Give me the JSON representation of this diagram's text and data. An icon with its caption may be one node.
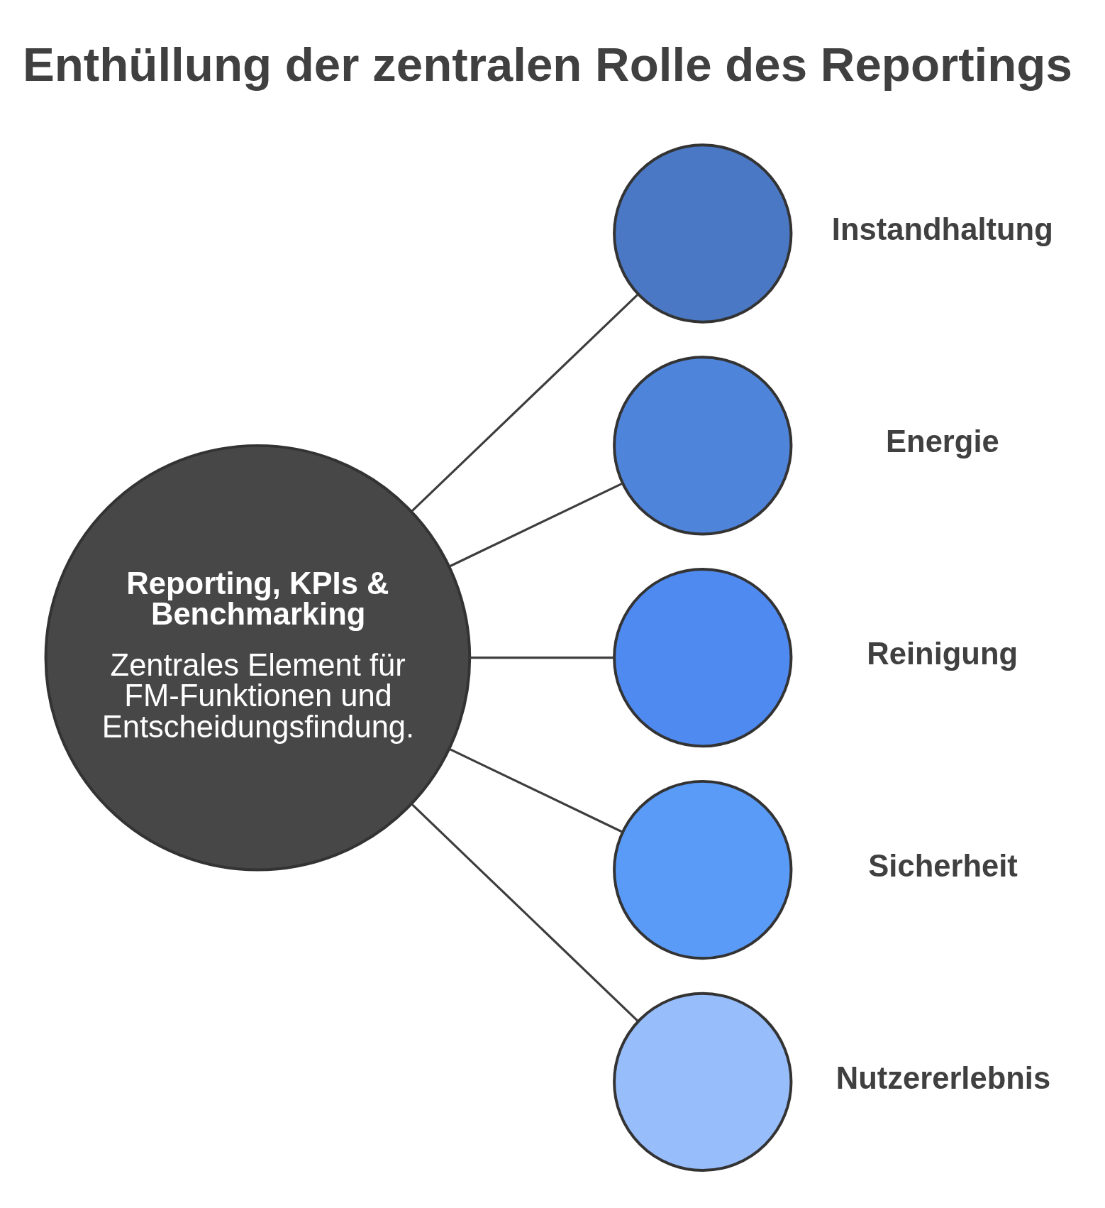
{
  "diagram": {
    "title": "Enthüllung der zentralen Rolle des Reportings",
    "nodes": [
      {
        "text": [
          "Reporting, KPIs & Benchmarking",
          "Zentrales Element für FM-Funktionen und Entscheidungsfindung."
        ]
      },
      {
        "text": [],
        "shape": "circle",
        "beside": [
          "Instandhaltung"
        ]
      },
      {
        "text": [],
        "shape": "circle",
        "beside": [
          "Energie"
        ]
      },
      {
        "text": [],
        "shape": "circle",
        "beside": [
          "Reinigung"
        ]
      },
      {
        "text": [],
        "shape": "circle",
        "beside": [
          "Sicherheit"
        ]
      },
      {
        "text": [],
        "shape": "circle",
        "beside": [
          "Nutzererlebnis"
        ]
      }
    ],
    "edges": [
      {
        "from": 0,
        "to": 1,
        "arrow": "none"
      },
      {
        "from": 0,
        "to": 2,
        "arrow": "none"
      },
      {
        "from": 0,
        "to": 3,
        "arrow": "none"
      },
      {
        "from": 0,
        "to": 4,
        "arrow": "none"
      },
      {
        "from": 0,
        "to": 5,
        "arrow": "none"
      }
    ]
  }
}
